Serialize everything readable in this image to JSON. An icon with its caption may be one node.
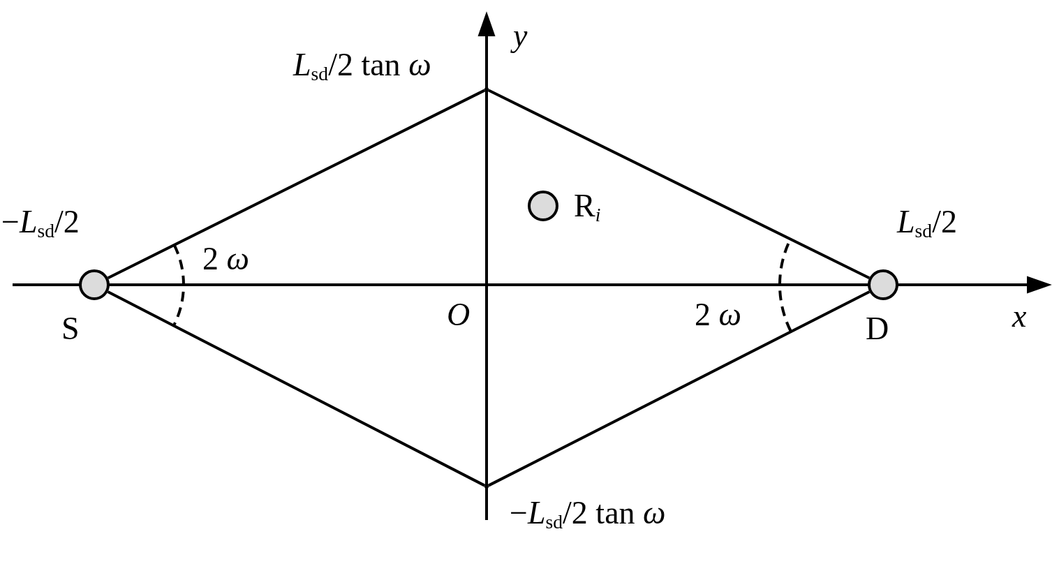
{
  "diagram": {
    "nodes": [
      {
        "text": [],
        "shape": "point",
        "beside": [
          "*L*$_{sd}$/2 tan *ω*"
        ]
      },
      {
        "text": [
          "R$_{i}$"
        ]
      },
      {
        "text": [
          "S"
        ]
      },
      {
        "text": [
          "D"
        ]
      },
      {
        "text": [],
        "shape": "point",
        "beside": [
          "−*L*$_{sd}$/2 tan *ω*"
        ]
      }
    ],
    "edges": [
      {
        "from": 2,
        "to": 0,
        "arrow": "none"
      },
      {
        "from": 0,
        "to": 3,
        "arrow": "none"
      },
      {
        "from": 3,
        "to": 4,
        "arrow": "none"
      },
      {
        "from": 4,
        "to": 2,
        "arrow": "none"
      }
    ],
    "labels": [
      "y",
      "−*L*$_{sd}$/2",
      "*L*$_{sd}$/2",
      "2 *ω*",
      "O",
      "2 *ω*",
      "x"
    ]
  }
}
